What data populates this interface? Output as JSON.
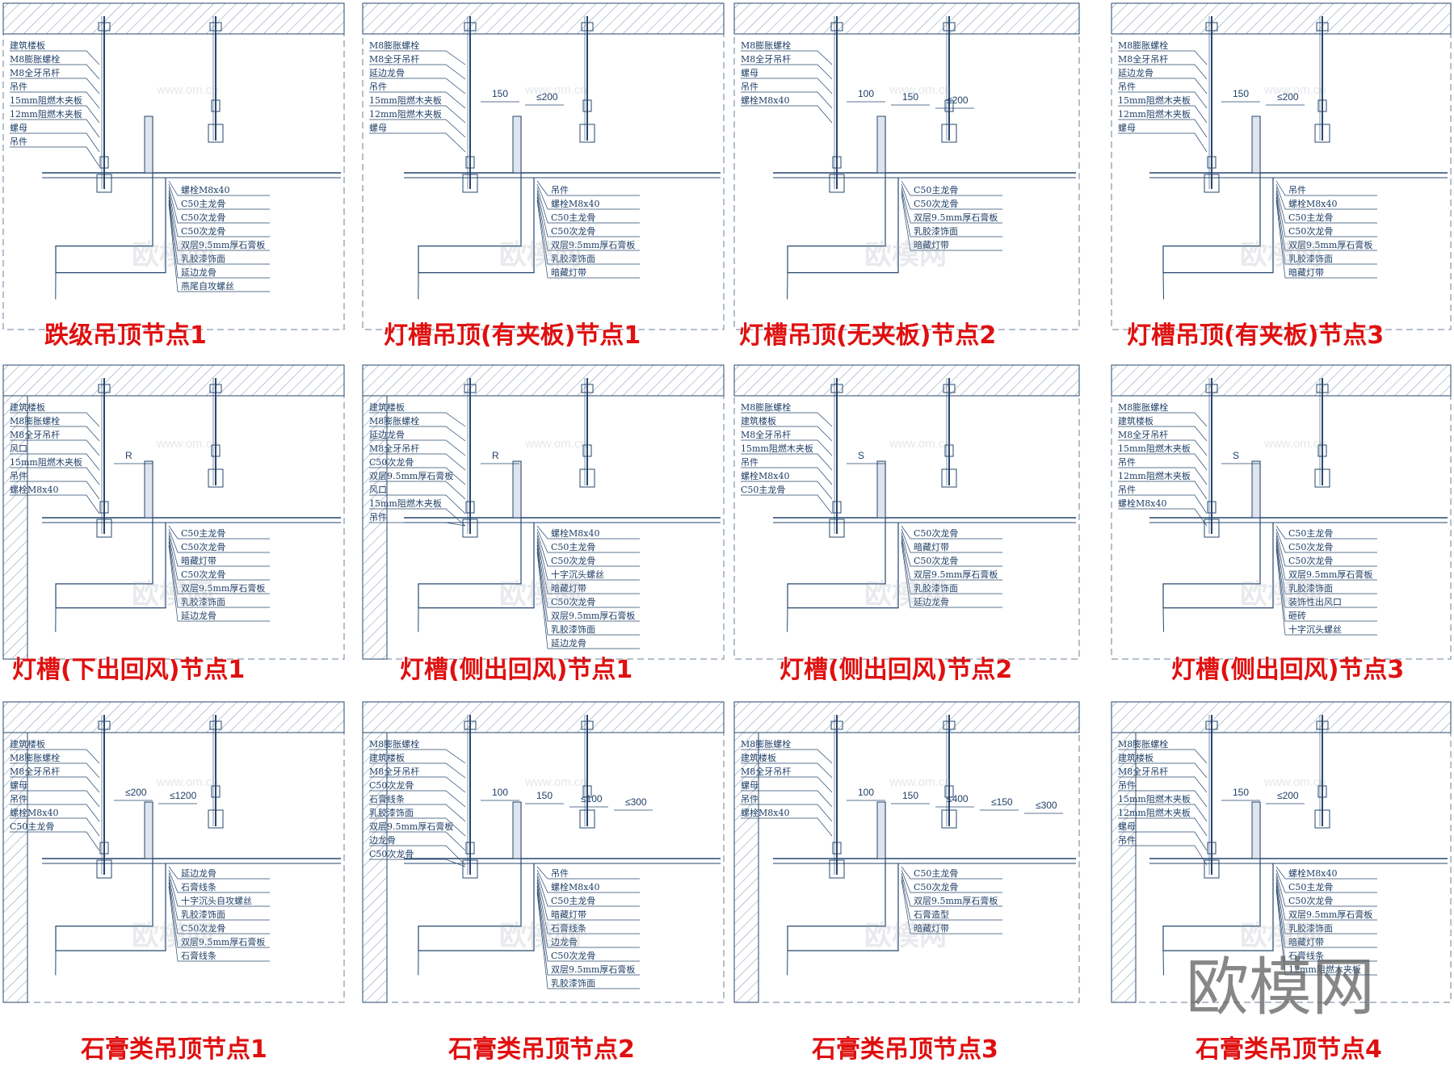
{
  "watermark": {
    "brand": "欧模网",
    "url": "www.om.cn"
  },
  "panels": [
    {
      "title": "跌级吊顶节点1",
      "labels": [
        "建筑楼板",
        "M8膨胀螺栓",
        "M8全牙吊杆",
        "吊件",
        "15mm阻燃木夹板",
        "12mm阻燃木夹板",
        "螺母",
        "吊件",
        "螺栓M8x40",
        "C50主龙骨",
        "C50次龙骨",
        "C50次龙骨",
        "双层9.5mm厚石膏板",
        "乳胶漆饰面",
        "延边龙骨",
        "燕尾自攻螺丝"
      ],
      "dims": []
    },
    {
      "title": "灯槽吊顶(有夹板)节点1",
      "labels": [
        "M8膨胀螺栓",
        "M8全牙吊杆",
        "延边龙骨",
        "吊件",
        "15mm阻燃木夹板",
        "12mm阻燃木夹板",
        "螺母",
        "吊件",
        "螺栓M8x40",
        "C50主龙骨",
        "C50次龙骨",
        "双层9.5mm厚石膏板",
        "乳胶漆饰面",
        "暗藏灯带"
      ],
      "dims": [
        "150",
        "≤200"
      ]
    },
    {
      "title": "灯槽吊顶(无夹板)节点2",
      "labels": [
        "M8膨胀螺栓",
        "M8全牙吊杆",
        "螺母",
        "吊件",
        "螺栓M8x40",
        "C50主龙骨",
        "C50次龙骨",
        "双层9.5mm厚石膏板",
        "乳胶漆饰面",
        "暗藏灯带"
      ],
      "dims": [
        "100",
        "150",
        "≤200"
      ]
    },
    {
      "title": "灯槽吊顶(有夹板)节点3",
      "labels": [
        "M8膨胀螺栓",
        "M8全牙吊杆",
        "延边龙骨",
        "吊件",
        "15mm阻燃木夹板",
        "12mm阻燃木夹板",
        "螺母",
        "吊件",
        "螺栓M8x40",
        "C50主龙骨",
        "C50次龙骨",
        "双层9.5mm厚石膏板",
        "乳胶漆饰面",
        "暗藏灯带"
      ],
      "dims": [
        "150",
        "≤200"
      ]
    },
    {
      "title": "灯槽(下出回风)节点1",
      "labels": [
        "建筑楼板",
        "M8膨胀螺栓",
        "M8全牙吊杆",
        "风口",
        "15mm阻燃木夹板",
        "吊件",
        "螺栓M8x40",
        "C50主龙骨",
        "C50次龙骨",
        "暗藏灯带",
        "C50次龙骨",
        "双层9.5mm厚石膏板",
        "乳胶漆饰面",
        "延边龙骨"
      ],
      "dims": [
        "R"
      ]
    },
    {
      "title": "灯槽(侧出回风)节点1",
      "labels": [
        "建筑楼板",
        "M8膨胀螺栓",
        "延边龙骨",
        "M8全牙吊杆",
        "C50次龙骨",
        "双层9.5mm厚石膏板",
        "风口",
        "15mm阻燃木夹板",
        "吊件",
        "螺栓M8x40",
        "C50主龙骨",
        "C50次龙骨",
        "十字沉头螺丝",
        "暗藏灯带",
        "C50次龙骨",
        "双层9.5mm厚石膏板",
        "乳胶漆饰面",
        "延边龙骨"
      ],
      "dims": [
        "R"
      ]
    },
    {
      "title": "灯槽(侧出回风)节点2",
      "labels": [
        "M8膨胀螺栓",
        "建筑楼板",
        "M8全牙吊杆",
        "15mm阻燃木夹板",
        "吊件",
        "螺栓M8x40",
        "C50主龙骨",
        "C50次龙骨",
        "暗藏灯带",
        "C50次龙骨",
        "双层9.5mm厚石膏板",
        "乳胶漆饰面",
        "延边龙骨"
      ],
      "dims": [
        "S"
      ]
    },
    {
      "title": "灯槽(侧出回风)节点3",
      "labels": [
        "M8膨胀螺栓",
        "建筑楼板",
        "M8全牙吊杆",
        "15mm阻燃木夹板",
        "吊件",
        "12mm阻燃木夹板",
        "吊件",
        "螺栓M8x40",
        "C50主龙骨",
        "C50次龙骨",
        "C50次龙骨",
        "双层9.5mm厚石膏板",
        "乳胶漆饰面",
        "装饰性出风口",
        "砸砖",
        "十字沉头螺丝"
      ],
      "dims": [
        "S"
      ]
    },
    {
      "title": "石膏类吊顶节点1",
      "labels": [
        "建筑楼板",
        "M8膨胀螺栓",
        "M8全牙吊杆",
        "螺母",
        "吊件",
        "螺栓M8x40",
        "C50主龙骨",
        "延边龙骨",
        "石膏线条",
        "十字沉头自攻螺丝",
        "乳胶漆饰面",
        "C50次龙骨",
        "双层9.5mm厚石膏板",
        "石膏线条"
      ],
      "dims": [
        "≤200",
        "≤1200"
      ]
    },
    {
      "title": "石膏类吊顶节点2",
      "labels": [
        "M8膨胀螺栓",
        "建筑楼板",
        "M8全牙吊杆",
        "C50次龙骨",
        "石膏线条",
        "乳胶漆饰面",
        "双层9.5mm厚石膏板",
        "边龙骨",
        "C50次龙骨",
        "吊件",
        "螺栓M8x40",
        "C50主龙骨",
        "暗藏灯带",
        "石膏线条",
        "边龙骨",
        "C50次龙骨",
        "双层9.5mm厚石膏板",
        "乳胶漆饰面"
      ],
      "dims": [
        "100",
        "150",
        "≤100",
        "≤300"
      ]
    },
    {
      "title": "石膏类吊顶节点3",
      "labels": [
        "M8膨胀螺栓",
        "建筑楼板",
        "M8全牙吊杆",
        "螺母",
        "吊件",
        "螺栓M8x40",
        "C50主龙骨",
        "C50次龙骨",
        "双层9.5mm厚石膏板",
        "石膏造型",
        "暗藏灯带"
      ],
      "dims": [
        "100",
        "150",
        "≤400",
        "≤150",
        "≤300"
      ]
    },
    {
      "title": "石膏类吊顶节点4",
      "labels": [
        "M8膨胀螺栓",
        "建筑楼板",
        "M8全牙吊杆",
        "吊件",
        "15mm阻燃木夹板",
        "12mm阻燃木夹板",
        "螺母",
        "吊件",
        "螺栓M8x40",
        "C50主龙骨",
        "C50次龙骨",
        "双层9.5mm厚石膏板",
        "乳胶漆饰面",
        "暗藏灯带",
        "石膏线条",
        "12mm阻燃木夹板"
      ],
      "dims": [
        "150",
        "≤200"
      ]
    }
  ]
}
